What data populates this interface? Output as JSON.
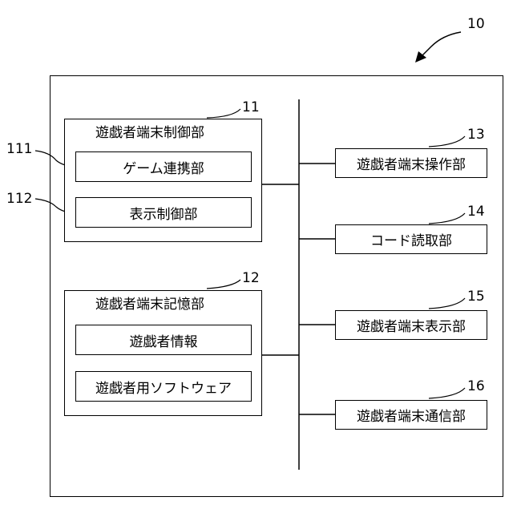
{
  "refs": {
    "device": "10",
    "control": "11",
    "storage": "12",
    "operation": "13",
    "reader": "14",
    "display": "15",
    "comm": "16",
    "game_link": "111",
    "display_ctrl": "112"
  },
  "control_unit": {
    "title": "遊戯者端末制御部",
    "items": [
      "ゲーム連携部",
      "表示制御部"
    ]
  },
  "storage_unit": {
    "title": "遊戯者端末記憶部",
    "items": [
      "遊戯者情報",
      "遊戯者用ソフトウェア"
    ]
  },
  "right_units": [
    "遊戯者端末操作部",
    "コード読取部",
    "遊戯者端末表示部",
    "遊戯者端末通信部"
  ]
}
